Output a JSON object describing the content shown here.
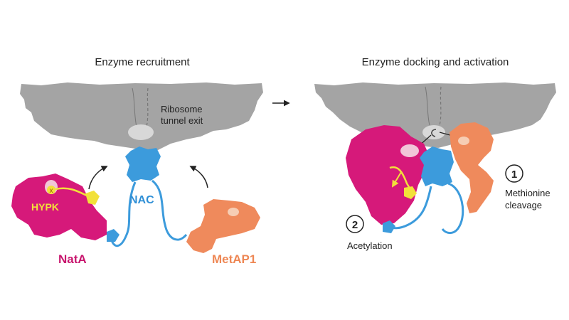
{
  "titles": {
    "left": "Enzyme recruitment",
    "right": "Enzyme docking and activation"
  },
  "labels": {
    "ribosome_line1": "Ribosome",
    "ribosome_line2": "tunnel exit",
    "nac": "NAC",
    "nata": "NatA",
    "hypk": "HYPK",
    "metap1": "MetAP1",
    "hypk_mark": "x",
    "step1_number": "1",
    "step1_line1": "Methionine",
    "step1_line2": "cleavage",
    "step2_number": "2",
    "step2_text": "Acetylation"
  },
  "colors": {
    "ribosome": "#a4a4a4",
    "tunnel_exit": "#d8d8d8",
    "nata": "#d6197a",
    "nac": "#3c9bdc",
    "metap1": "#ef8a5c",
    "metap1_site": "#f6cdb4",
    "hypk": "#f2e13a",
    "nata_label": "#c8166e",
    "nac_label": "#2f8fd6",
    "metap1_label": "#ee8754",
    "hypk_label": "#f2e13a"
  }
}
